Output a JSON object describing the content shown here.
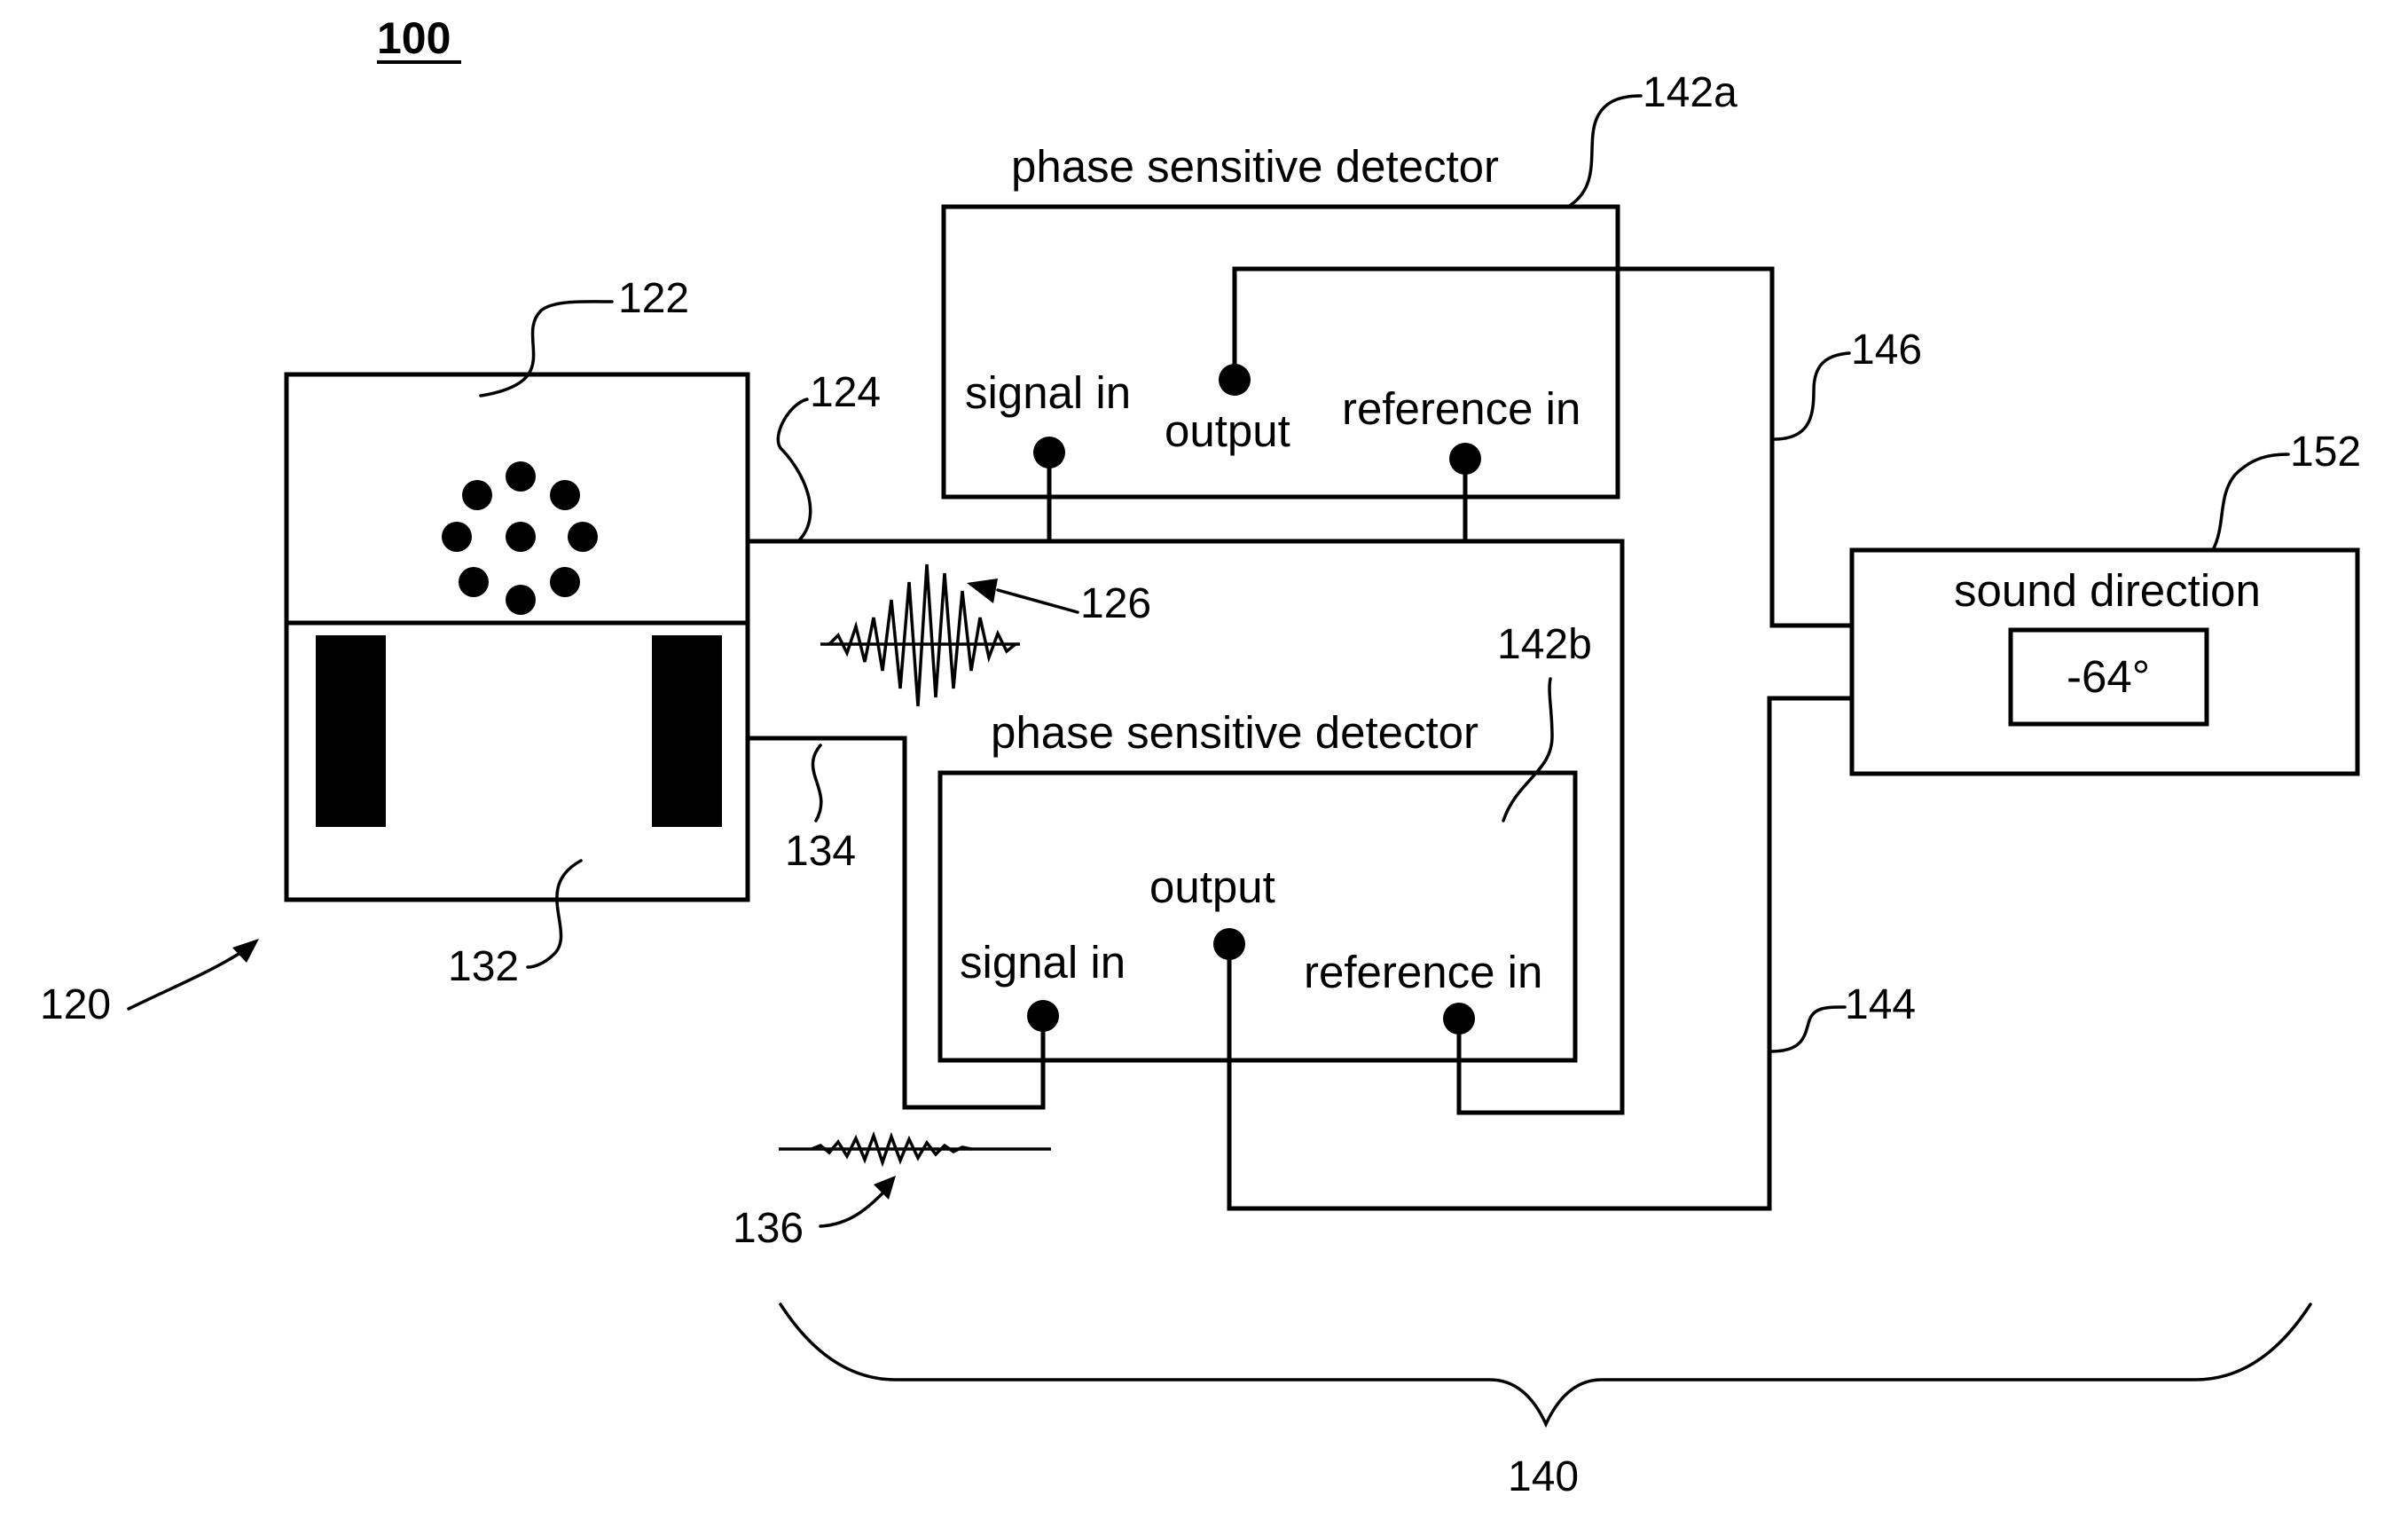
{
  "figure": {
    "number": "100",
    "device": {
      "ref_device": "120",
      "ref_top": "122",
      "ref_bottom": "132"
    },
    "leads": {
      "ref_124": "124",
      "ref_134": "134",
      "ref_126": "126",
      "ref_136": "136"
    },
    "detector_a": {
      "title": "phase sensitive detector",
      "ref": "142a",
      "signal_in": "signal in",
      "output": "output",
      "reference_in": "reference in"
    },
    "detector_b": {
      "title": "phase sensitive detector",
      "ref": "142b",
      "signal_in": "signal in",
      "output": "output",
      "reference_in": "reference in"
    },
    "wires": {
      "ref_146": "146",
      "ref_144": "144"
    },
    "display": {
      "title": "sound direction",
      "value": "-64°",
      "ref": "152"
    },
    "brace_ref": "140"
  }
}
